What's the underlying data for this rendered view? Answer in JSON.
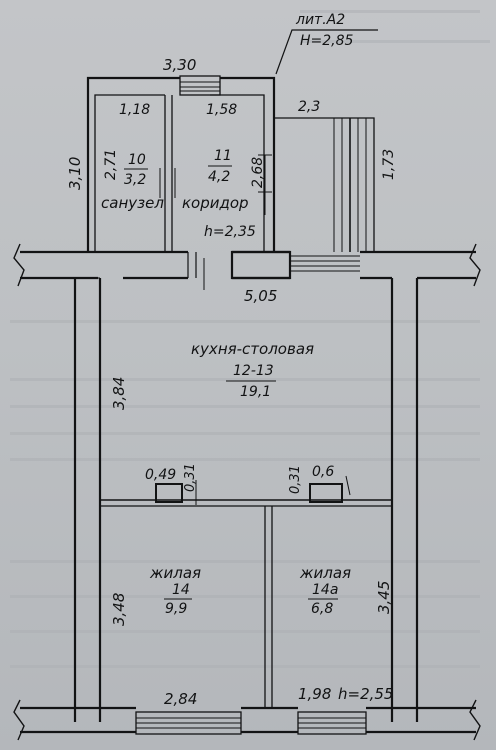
{
  "colors": {
    "ink": "#121314",
    "paper": "#c0c3c6",
    "wall_fill": "#b4b7ba"
  },
  "header": {
    "building": "лит.А2",
    "height": "H=2,85"
  },
  "annex": {
    "width": "3,30",
    "depth": "3,10"
  },
  "rooms": {
    "bathroom": {
      "name": "санузел",
      "number": "10",
      "area": "3,2",
      "width": "1,18",
      "length": "2,71"
    },
    "corridor": {
      "name": "коридор",
      "number": "11",
      "area": "4,2",
      "width": "1,58",
      "length": "2,68",
      "height": "h=2,35"
    },
    "porch": {
      "width": "2,3",
      "length": "1,73"
    },
    "kitchen": {
      "name": "кухня-столовая",
      "number": "12-13",
      "area": "19,1",
      "width": "5,05",
      "length": "3,84"
    },
    "living1": {
      "name": "жилая",
      "number": "14",
      "area": "9,9",
      "width": "2,84",
      "length": "3,48"
    },
    "living2": {
      "name": "жилая",
      "number": "14а",
      "area": "6,8",
      "width": "1,98",
      "length": "3,45",
      "height": "h=2,55"
    }
  },
  "openings": {
    "door_left_w": "0,49",
    "door_left_d": "0,31",
    "door_right_d": "0,31",
    "door_right_w": "0,6"
  }
}
